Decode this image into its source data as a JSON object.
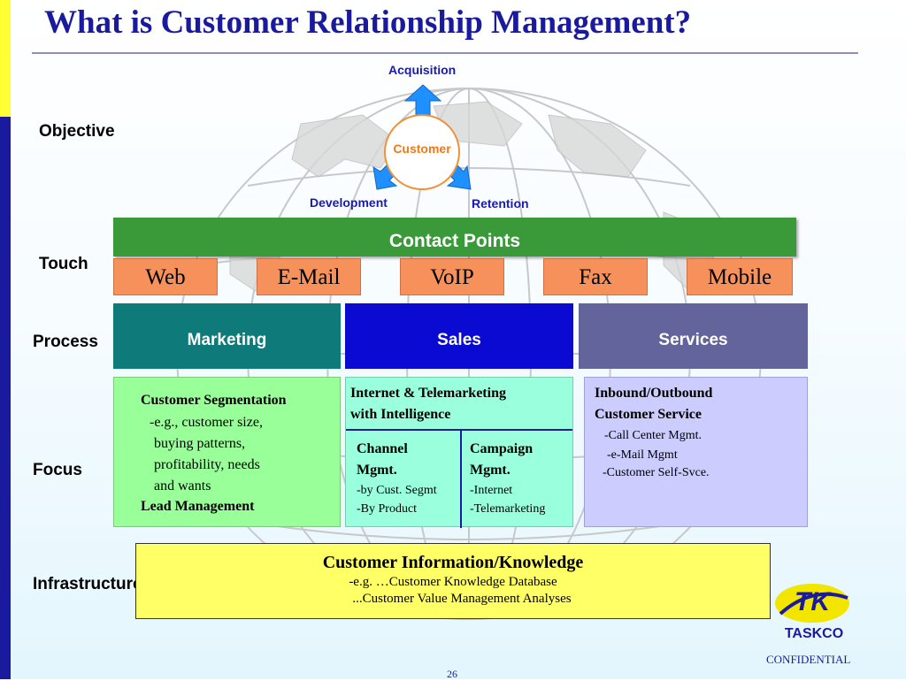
{
  "title": "What is Customer Relationship Management?",
  "row_labels": {
    "objective": "Objective",
    "touch": "Touch",
    "process": "Process",
    "focus": "Focus",
    "infrastructure": "Infrastructure"
  },
  "cycle": {
    "center": "Customer",
    "acquisition": "Acquisition",
    "development": "Development",
    "retention": "Retention"
  },
  "contact_points": {
    "title": "Contact Points",
    "channels": [
      "Web",
      "E-Mail",
      "VoIP",
      "Fax",
      "Mobile"
    ]
  },
  "processes": [
    {
      "label": "Marketing",
      "color": "#0f7a7a"
    },
    {
      "label": "Sales",
      "color": "#0a0ad2"
    },
    {
      "label": "Services",
      "color": "#64649c"
    }
  ],
  "focus": {
    "marketing": {
      "heading": "Customer Segmentation",
      "lines": [
        "-e.g., customer size,",
        "buying patterns,",
        "profitability, needs",
        "and wants"
      ],
      "footer": "Lead Management"
    },
    "sales": {
      "heading_line1": "Internet & Telemarketing",
      "heading_line2": "with Intelligence",
      "channel_title1": "Channel",
      "channel_title2": "Mgmt.",
      "channel_items": [
        "-by Cust. Segmt",
        "-By Product"
      ],
      "campaign_title1": "Campaign",
      "campaign_title2": "Mgmt.",
      "campaign_items": [
        "-Internet",
        "-Telemarketing"
      ]
    },
    "services": {
      "heading_line1": "Inbound/Outbound",
      "heading_line2": "Customer Service",
      "items": [
        "-Call Center Mgmt.",
        "-e-Mail Mgmt",
        "-Customer Self-Svce."
      ]
    }
  },
  "infrastructure": {
    "title": "Customer  Information/Knowledge",
    "line1": "-e.g. …Customer Knowledge Database",
    "line2": "...Customer Value Management Analyses"
  },
  "logo_text": "TASKCO",
  "logo_mark": "TK",
  "confidential": "CONFIDENTIAL",
  "page_number": "26",
  "colors": {
    "title": "#1a1a9e",
    "contact_bar": "#3a9a3a",
    "channel": "#f7915c",
    "arrow": "#1e90ff",
    "focus_marketing": "#99ff99",
    "focus_sales": "#99ffdd",
    "focus_services": "#ccccff",
    "infrastructure": "#ffff66"
  }
}
